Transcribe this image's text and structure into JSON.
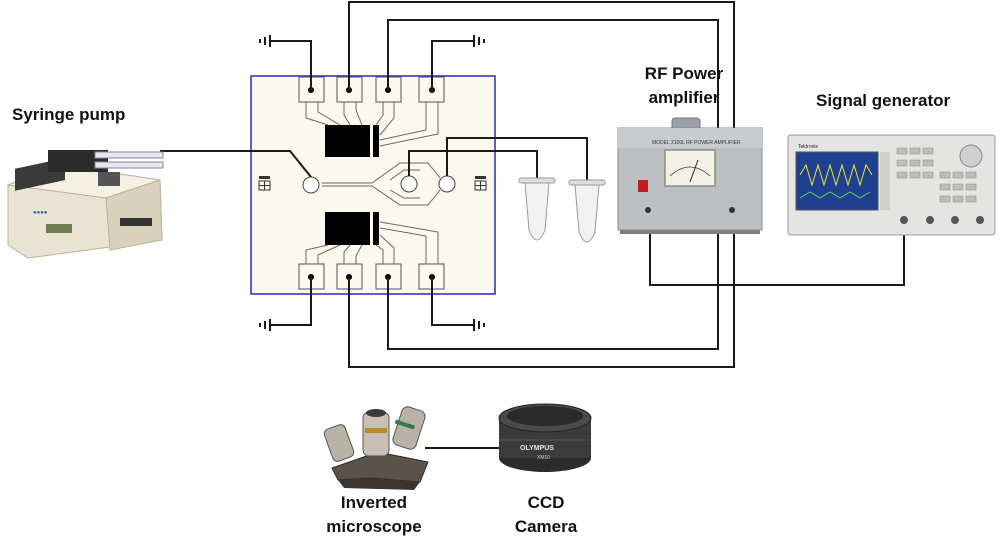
{
  "labels": {
    "syringe_pump": "Syringe pump",
    "rf_amplifier_line1": "RF Power",
    "rf_amplifier_line2": "amplifier",
    "signal_generator": "Signal generator",
    "microscope_line1": "Inverted",
    "microscope_line2": "microscope",
    "camera_line1": "CCD",
    "camera_line2": "Camera"
  },
  "device_text": {
    "amplifier_model": "MODEL 2100L RF POWER AMPLIFIER",
    "camera_brand": "OLYMPUS",
    "camera_model": "XM10",
    "generator_brand": "Tektronix"
  },
  "colors": {
    "chip_border": "#2a2ab8",
    "chip_fill": "#fbf8ee",
    "wire": "#1a1a1a",
    "amplifier_body": "#b9bcbf",
    "generator_screen": "#1f3f8f",
    "pump_body": "#e9e4d2"
  }
}
